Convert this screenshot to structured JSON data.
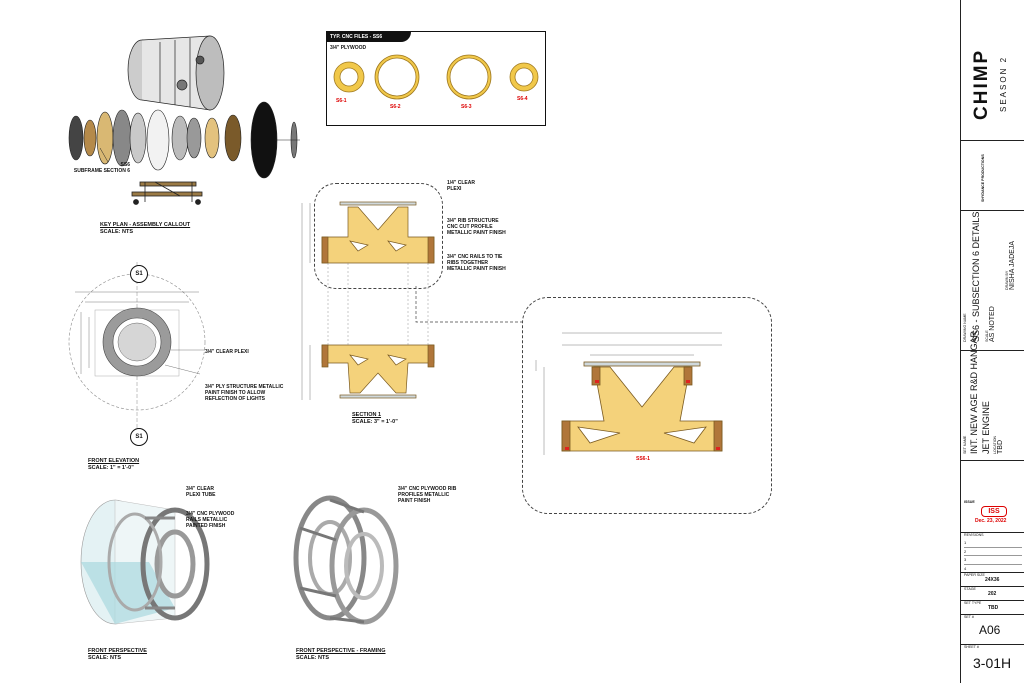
{
  "cnc": {
    "title": "TYP. CNC FILES - SS6",
    "material": "3/4\" PLYWOOD",
    "rings": [
      {
        "id": "S6-1"
      },
      {
        "id": "S6-2"
      },
      {
        "id": "S6-3"
      },
      {
        "id": "S6-4"
      }
    ]
  },
  "key_plan": {
    "callout": "SS6",
    "callout_sub": "SUBFRAME SECTION 6",
    "title": "KEY PLAN - ASSEMBLY CALLOUT",
    "scale": "SCALE: NTS"
  },
  "front_elevation": {
    "marker_top": "S1",
    "marker_bottom": "S1",
    "notes": [
      "3/4\" CLEAR PLEXI",
      "3/4\" PLY STRUCTURE METALLIC PAINT FINISH TO ALLOW REFLECTION OF LIGHTS"
    ],
    "title": "FRONT ELEVATION",
    "scale": "SCALE: 1\" = 1'-0\""
  },
  "section1": {
    "notes": [
      "1/4\" CLEAR PLEXI",
      "3/4\" RIB STRUCTURE CNC CUT PROFILE METALLIC PAINT FINISH",
      "3/4\" CNC RAILS TO TIE RIBS TOGETHER METALLIC PAINT FINISH"
    ],
    "title": "SECTION 1",
    "scale": "SCALE: 3\" = 1'-0\"",
    "detail_tag": "SS6-1"
  },
  "perspective": {
    "notes_a": [
      "3/4\" CLEAR PLEXI TUBE",
      "3/4\" CNC PLYWOOD RAILS METALLIC PAINTED FINISH"
    ],
    "title_a": "FRONT PERSPECTIVE",
    "scale_a": "SCALE: NTS",
    "notes_b": [
      "3/4\" CNC PLYWOOD RIB PROFILES METALLIC PAINT FINISH"
    ],
    "title_b": "FRONT PERSPECTIVE - FRAMING",
    "scale_b": "SCALE: NTS"
  },
  "title_block": {
    "brand": "CHIMP",
    "season": "SEASON 2",
    "company": "SHYDANCE PRODUCTIONS",
    "sheet_name_label": "DRAWING NAME",
    "sheet_name": "SS6 - SUBSECTION 6 DETAILS",
    "scale_label": "SCALE",
    "scale": "AS NOTED",
    "drawn_label": "DRAWN BY",
    "drawn_by": "NISHA JADEJA",
    "set_label": "SET NAME",
    "set_name": "INT. NEW AGE R&D HANGAR",
    "set_sub": "JET ENGINE",
    "location_label": "LOCATION",
    "location": "TBD",
    "issue_label": "ISSUE",
    "issue_stamp": "ISS",
    "issue_date": "Dec. 23, 2022",
    "rev_label": "REVISIONS",
    "revs": [
      "1",
      "2",
      "3",
      "4"
    ],
    "paper_label": "PAPER SIZE",
    "paper": "24X36",
    "stage_label": "STAGE",
    "stage": "202",
    "setup_label": "SET TYPE",
    "setup": "TBD",
    "sheet_label": "SET #",
    "sheet_no": "A06",
    "sheet_num_label": "SHEET #",
    "sheet_num": "3-01H"
  }
}
